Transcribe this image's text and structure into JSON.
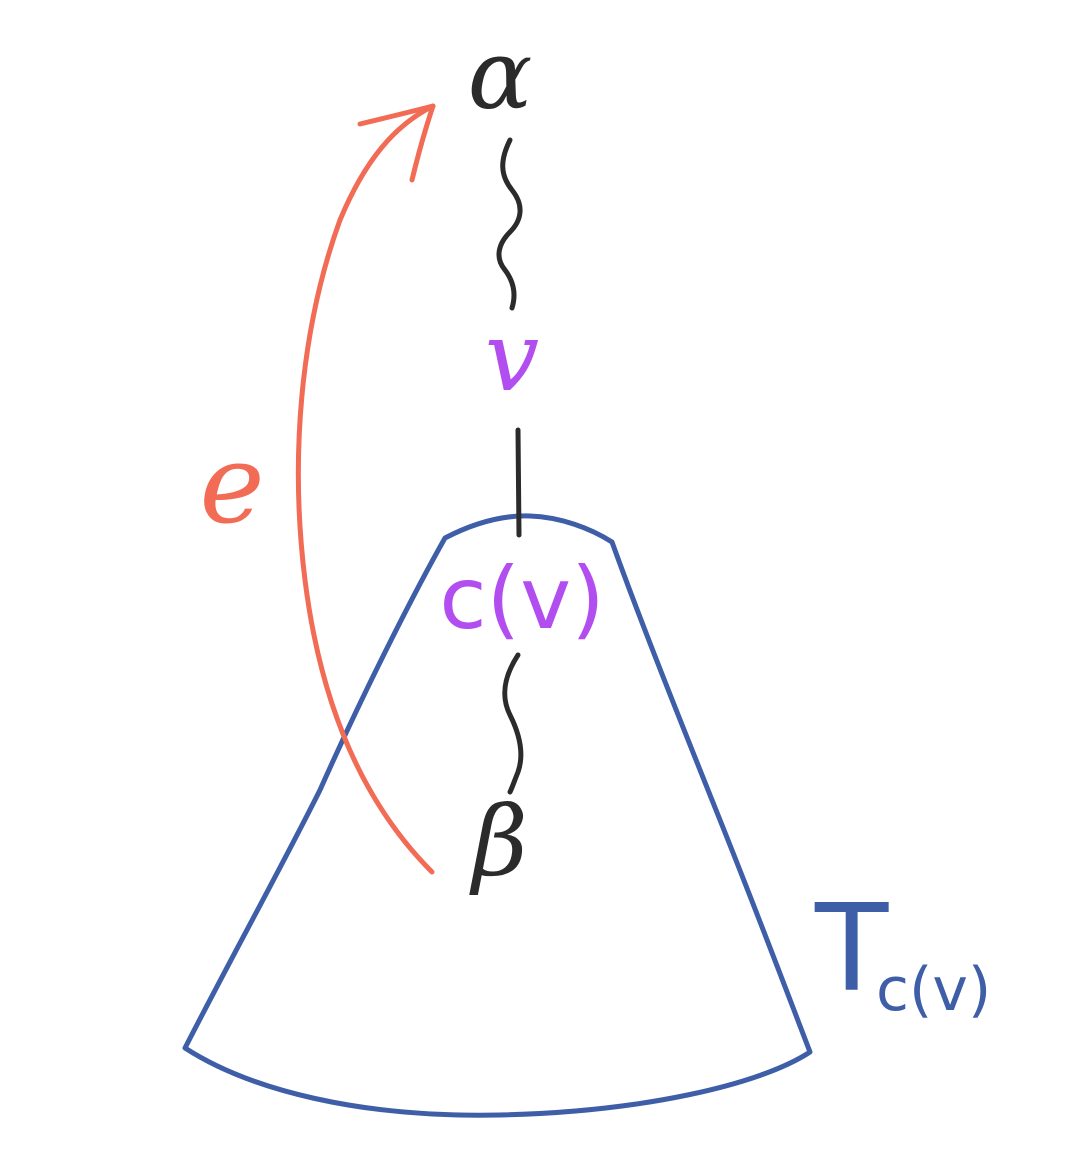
{
  "colors": {
    "background": "#ffffff",
    "path_black": "#2b2b2b",
    "node_purple": "#b24ef0",
    "subtree_blue": "#3f5ea8",
    "edge_orange": "#f26b55"
  },
  "nodes": {
    "top": {
      "label": "α"
    },
    "middle": {
      "label": "v"
    },
    "child": {
      "label": "c(v)"
    },
    "bottom": {
      "label": "β"
    }
  },
  "edge": {
    "label": "e"
  },
  "subtree": {
    "label_main": "T",
    "label_subscript": "c(v)"
  }
}
